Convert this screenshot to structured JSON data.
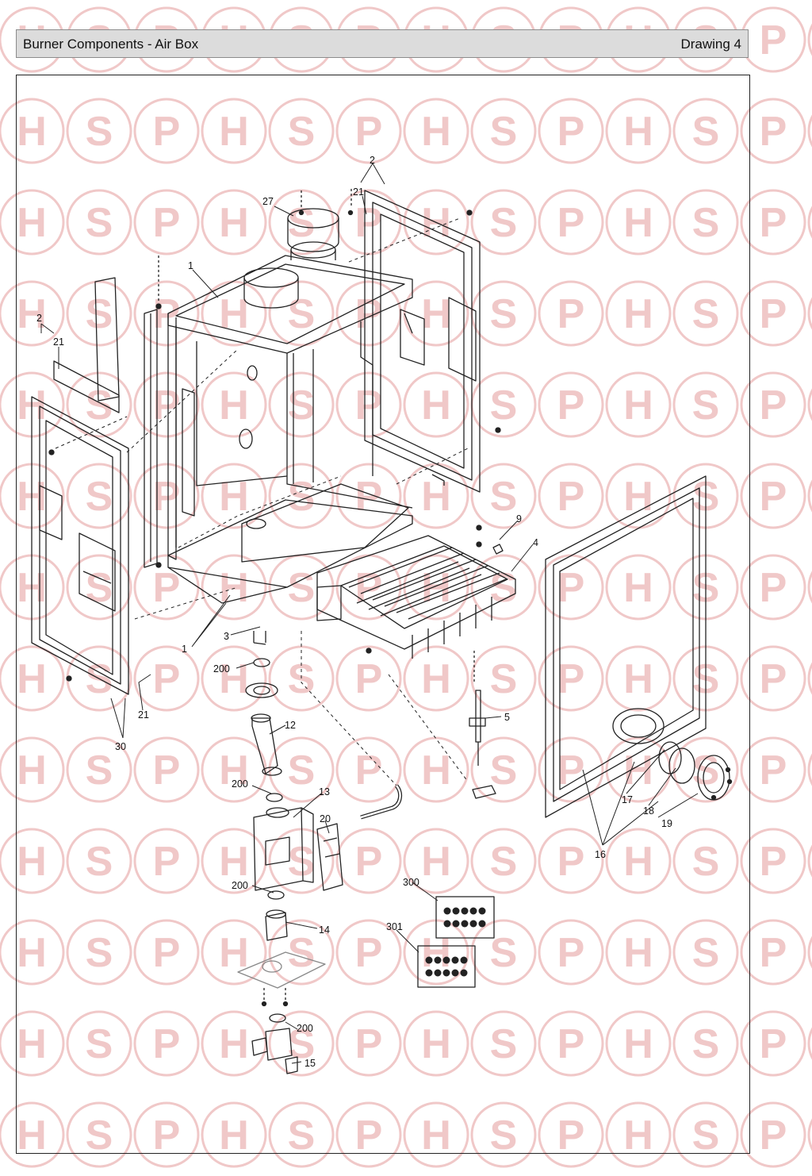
{
  "header": {
    "title": "Burner Components - Air Box",
    "drawing": "Drawing 4"
  },
  "watermark": {
    "letters": [
      "H",
      "S",
      "P"
    ],
    "color": "#f0c8c8"
  },
  "callouts": {
    "c1a": "1",
    "c1b": "1",
    "c2a": "2",
    "c2b": "2",
    "c3": "3",
    "c4": "4",
    "c5": "5",
    "c9": "9",
    "c12": "12",
    "c13": "13",
    "c14": "14",
    "c15": "15",
    "c16": "16",
    "c17": "17",
    "c18": "18",
    "c19": "19",
    "c20": "20",
    "c21a": "21",
    "c21b": "21",
    "c21c": "21",
    "c27": "27",
    "c30": "30",
    "c200a": "200",
    "c200b": "200",
    "c200c": "200",
    "c200d": "200",
    "c300": "300",
    "c301": "301"
  }
}
